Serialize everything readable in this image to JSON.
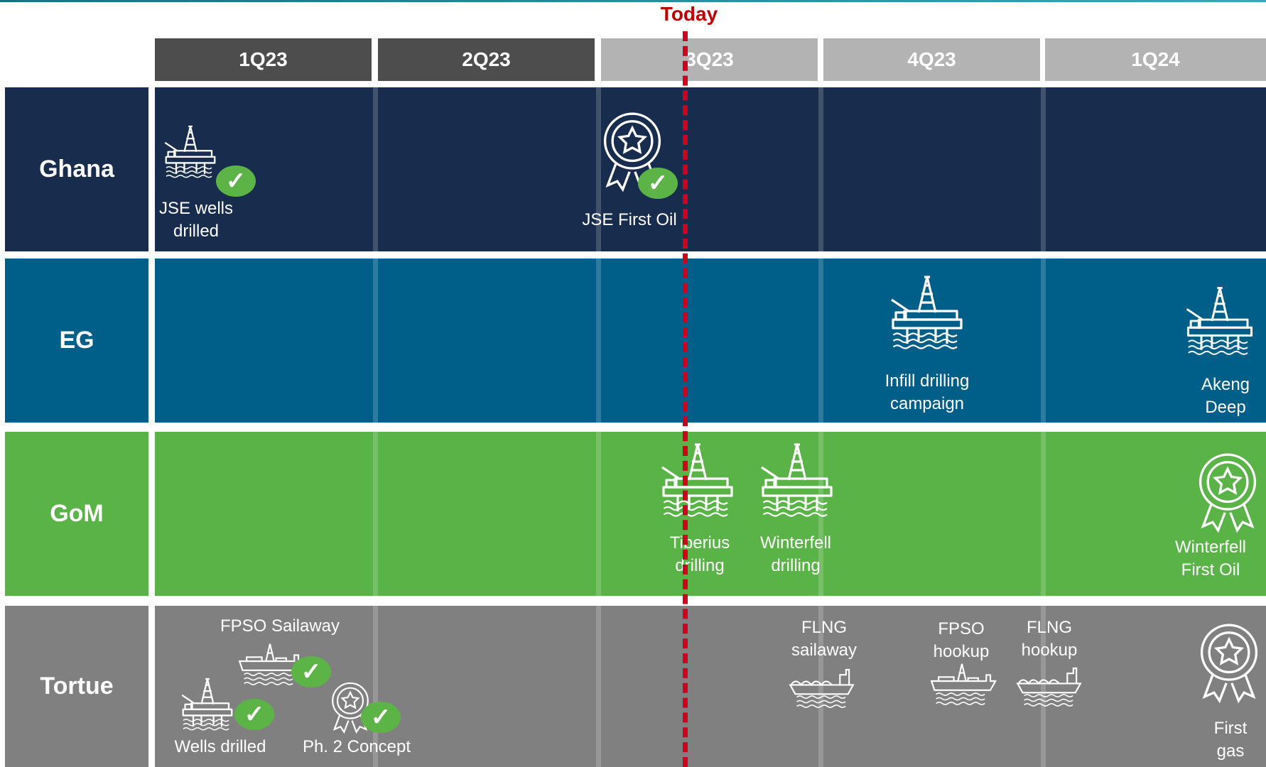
{
  "today": {
    "label": "Today"
  },
  "quarters": [
    {
      "label": "1Q23",
      "status": "past"
    },
    {
      "label": "2Q23",
      "status": "past"
    },
    {
      "label": "3Q23",
      "status": "future"
    },
    {
      "label": "4Q23",
      "status": "future"
    },
    {
      "label": "1Q24",
      "status": "future"
    }
  ],
  "rows": [
    {
      "label": "Ghana",
      "color": "#182c4e"
    },
    {
      "label": "EG",
      "color": "#005f88"
    },
    {
      "label": "GoM",
      "color": "#5ab347"
    },
    {
      "label": "Tortue",
      "color": "#808080"
    }
  ],
  "milestones": {
    "jse_wells": {
      "label": "JSE wells\ndrilled",
      "icon": "offshore-rig-icon",
      "completed": true
    },
    "jse_first_oil": {
      "label": "JSE First Oil",
      "icon": "award-icon",
      "completed": true
    },
    "infill": {
      "label": "Infill drilling\ncampaign",
      "icon": "offshore-rig-icon",
      "completed": false
    },
    "akeng": {
      "label": "Akeng\nDeep",
      "icon": "offshore-rig-icon",
      "completed": false
    },
    "tiberius": {
      "label": "Tiberius\ndrilling",
      "icon": "offshore-rig-icon",
      "completed": false
    },
    "winterfell_drill": {
      "label": "Winterfell\ndrilling",
      "icon": "offshore-rig-icon",
      "completed": false
    },
    "winterfell_oil": {
      "label": "Winterfell\nFirst Oil",
      "icon": "award-icon",
      "completed": false
    },
    "fpso_sailaway": {
      "label": "FPSO Sailaway",
      "icon": "fpso-icon",
      "completed": true
    },
    "wells_drilled": {
      "label": "Wells drilled",
      "icon": "offshore-rig-icon",
      "completed": true
    },
    "ph2": {
      "label": "Ph. 2 Concept",
      "icon": "award-icon",
      "completed": true
    },
    "flng_sailaway": {
      "label": "FLNG\nsailaway",
      "icon": "lng-carrier-icon",
      "completed": false
    },
    "fpso_hookup": {
      "label": "FPSO\nhookup",
      "icon": "fpso-icon",
      "completed": false
    },
    "flng_hookup": {
      "label": "FLNG\nhookup",
      "icon": "lng-carrier-icon",
      "completed": false
    },
    "first_gas": {
      "label": "First\ngas",
      "icon": "award-icon",
      "completed": false
    }
  },
  "check_mark": "✓"
}
